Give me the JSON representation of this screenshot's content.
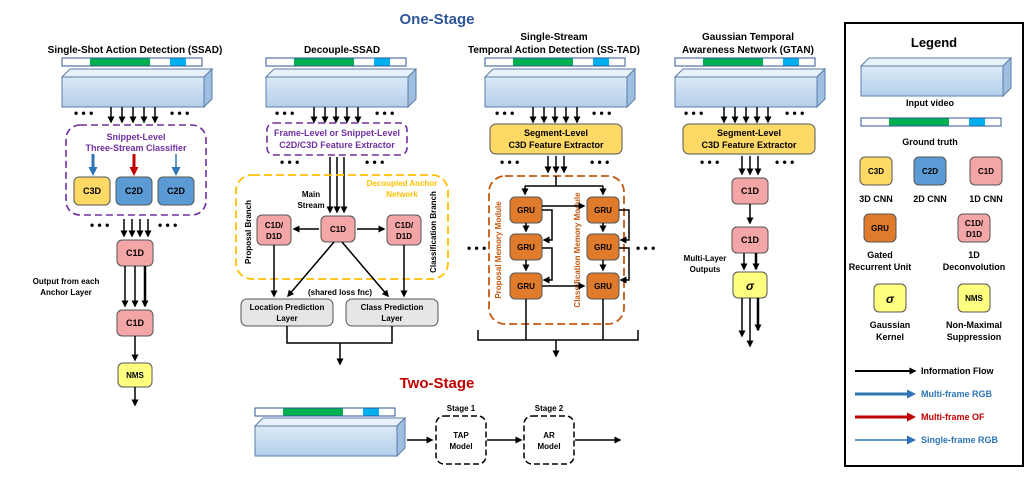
{
  "headings": {
    "one_stage": "One-Stage",
    "two_stage": "Two-Stage"
  },
  "colors": {
    "heading_blue": "#2e5597",
    "heading_red": "#c00000",
    "c3d": "#ffd966",
    "c2d": "#5b9bd5",
    "c1d": "#f4a6a6",
    "gru": "#e07b2b",
    "sigma": "#ffff80",
    "purple_dash": "#7030a0",
    "gold_dash": "#ffc000",
    "orange_dash": "#c55a11",
    "green_bar": "#00b050",
    "blue_bar": "#00b0f0",
    "multi_rgb": "#2e75b6",
    "multi_of": "#c00000",
    "single_rgb": "#2e75b6"
  },
  "ssad": {
    "title": "Single-Shot Action Detection (SSAD)",
    "classifier_line1": "Snippet-Level",
    "classifier_line2": "Three-Stream Classifier",
    "c3d": "C3D",
    "c2d_a": "C2D",
    "c2d_b": "C2D",
    "c1d_a": "C1D",
    "c1d_b": "C1D",
    "nms": "NMS",
    "output_line1": "Output from each",
    "output_line2": "Anchor Layer",
    "dots": "• • •"
  },
  "decouple": {
    "title": "Decouple-SSAD",
    "extractor_line1": "Frame-Level or Snippet-Level",
    "extractor_line2": "C2D/C3D Feature Extractor",
    "anchor_line1": "Decoupled Anchor",
    "anchor_line2": "Network",
    "main_line1": "Main",
    "main_line2": "Stream",
    "proposal_branch": "Proposal Branch",
    "classification_branch": "Classification Branch",
    "c1d_left_1": "C1D/",
    "c1d_left_2": "D1D",
    "c1d_mid": "C1D",
    "c1d_right_1": "C1D/",
    "c1d_right_2": "D1D",
    "shared_loss": "(shared loss fnc)",
    "loc_line1": "Location Prediction",
    "loc_line2": "Layer",
    "cls_line1": "Class Prediction",
    "cls_line2": "Layer"
  },
  "sstad": {
    "title_line1": "Single-Stream",
    "title_line2": "Temporal Action Detection (SS-TAD)",
    "extractor_line1": "Segment-Level",
    "extractor_line2": "C3D Feature Extractor",
    "proposal_memory": "Proposal Memory Module",
    "classification_memory": "Classification Memory Module",
    "gru": "GRU"
  },
  "gtan": {
    "title_line1": "Gaussian Temporal",
    "title_line2": "Awareness Network (GTAN)",
    "extractor_line1": "Segment-Level",
    "extractor_line2": "C3D Feature Extractor",
    "c1d_a": "C1D",
    "c1d_b": "C1D",
    "multi_line1": "Multi-Layer",
    "multi_line2": "Outputs",
    "sigma": "σ"
  },
  "two_stage": {
    "stage1": "Stage 1",
    "stage2": "Stage 2",
    "tap_line1": "TAP",
    "tap_line2": "Model",
    "ar_line1": "AR",
    "ar_line2": "Model"
  },
  "legend": {
    "title": "Legend",
    "input_video": "Input video",
    "ground_truth": "Ground truth",
    "c3d_box": "C3D",
    "c2d_box": "C2D",
    "c1d_box": "C1D",
    "c3d_cnn": "3D CNN",
    "c2d_cnn": "2D CNN",
    "c1d_cnn": "1D CNN",
    "gru_box": "GRU",
    "d1d_box_1": "C1D/",
    "d1d_box_2": "D1D",
    "gru_label_1": "Gated",
    "gru_label_2": "Recurrent Unit",
    "d1d_label_1": "1D",
    "d1d_label_2": "Deconvolution",
    "sigma_box": "σ",
    "nms_box": "NMS",
    "gauss_1": "Gaussian",
    "gauss_2": "Kernel",
    "nms_label_1": "Non-Maximal",
    "nms_label_2": "Suppression",
    "info_flow": "Information Flow",
    "multi_rgb": "Multi-frame RGB",
    "multi_of": "Multi-frame OF",
    "single_rgb": "Single-frame RGB"
  }
}
